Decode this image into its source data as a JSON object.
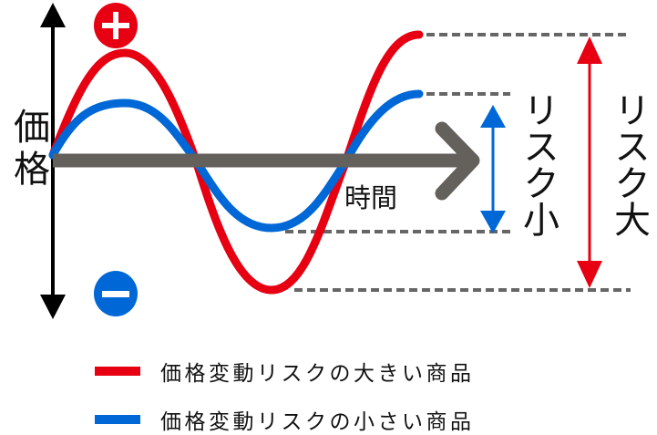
{
  "axis": {
    "y_label": "価格",
    "x_label": "時間",
    "plus_sign": "+",
    "minus_sign": "−"
  },
  "risk_labels": {
    "small": "リスク小",
    "large": "リスク大"
  },
  "legend": [
    {
      "label": "価格変動リスクの大きい商品",
      "color": "#e60012"
    },
    {
      "label": "価格変動リスクの小さい商品",
      "color": "#0068d6"
    }
  ],
  "colors": {
    "high_risk": "#e60012",
    "low_risk": "#0068d6",
    "time_axis": "#64605c",
    "dash": "#666666"
  }
}
